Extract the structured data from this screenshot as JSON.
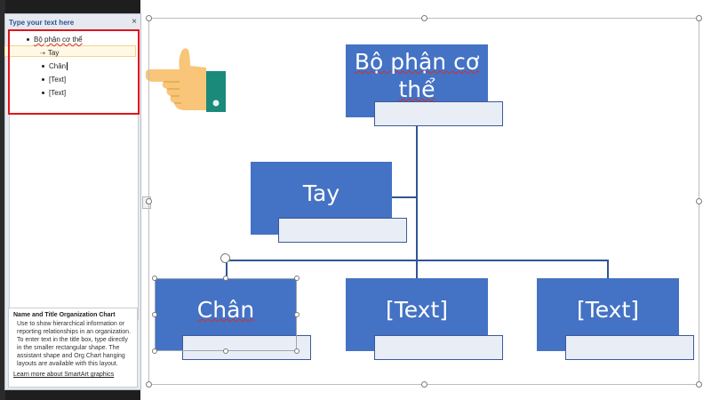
{
  "text_pane": {
    "title": "Type your text here",
    "close_glyph": "×",
    "items": [
      {
        "label": "Bộ phận cơ thể",
        "level": 0
      },
      {
        "label": "Tay",
        "level": 1
      },
      {
        "label": "Chân",
        "level": 1
      },
      {
        "label": "[Text]",
        "level": 1
      },
      {
        "label": "[Text]",
        "level": 1
      }
    ],
    "info": {
      "title": "Name and Title Organization Chart",
      "description": "Use to show hierarchical information or reporting relationships in an organization. To enter text in the title box, type directly in the smaller rectangular shape. The assistant shape and Org Chart hanging layouts are available with this layout.",
      "link": "Learn more about SmartArt graphics"
    },
    "collapse_glyph": "‹"
  },
  "smartart": {
    "nodes": {
      "root": "Bộ phận cơ thể",
      "assistant": "Tay",
      "child1": "Chân",
      "child2": "[Text]",
      "child3": "[Text]"
    }
  },
  "colors": {
    "node_fill": "#4472c4",
    "connector": "#2e5597",
    "highlight": "#e0141c",
    "hand_skin": "#f9c579",
    "hand_cuff": "#1a8a7a"
  },
  "icons": {
    "hand": "pointing-hand-icon"
  }
}
